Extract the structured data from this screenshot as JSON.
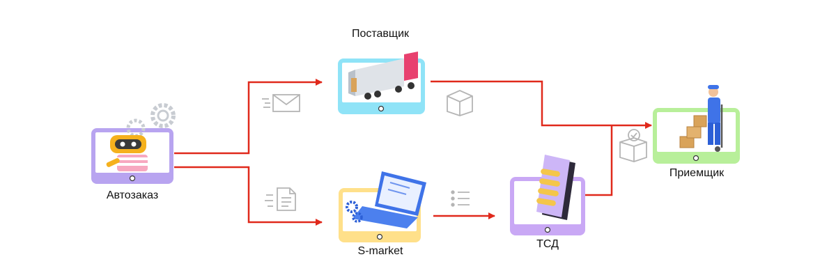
{
  "nodes": {
    "avtozakaz": {
      "label": "Автозаказ",
      "frame_color": "#b8a4f0"
    },
    "postavshchik": {
      "label": "Поставщик",
      "frame_color": "#8fe3f7"
    },
    "smarket": {
      "label": "S-market",
      "frame_color": "#ffe08a"
    },
    "tsd": {
      "label": "ТСД",
      "frame_color": "#c9a8f5"
    },
    "priemshchik": {
      "label": "Приемщик",
      "frame_color": "#b8ef9a"
    }
  },
  "colors": {
    "arrow": "#e0291b",
    "icon_gray": "#b5b5b5"
  },
  "icons": [
    "envelope-icon",
    "document-icon",
    "box-icon",
    "list-icon",
    "box-check-icon"
  ]
}
